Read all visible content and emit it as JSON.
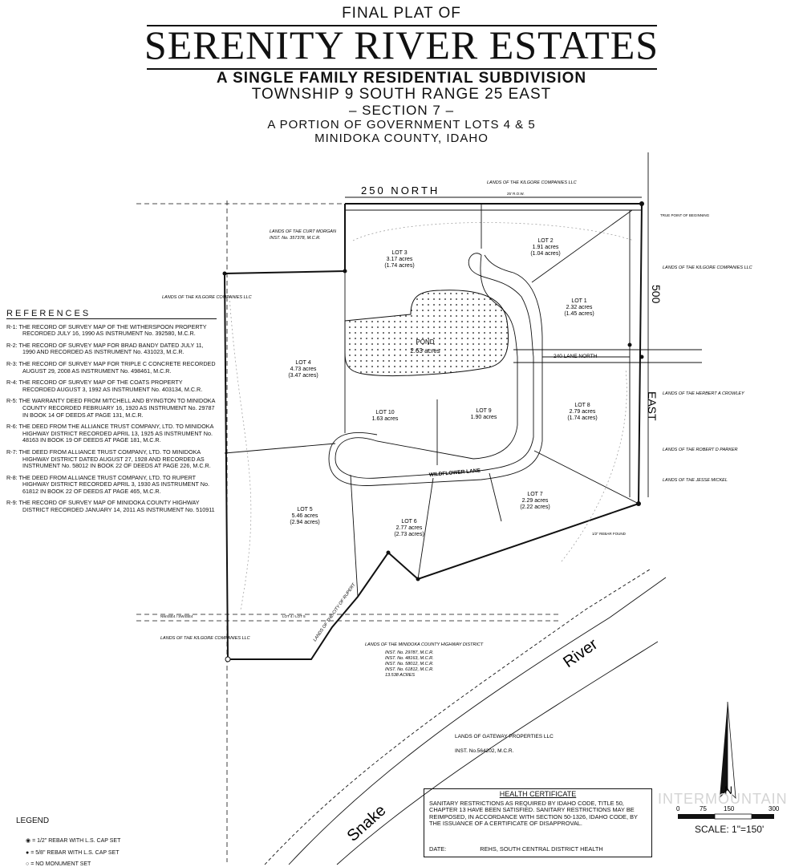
{
  "title": {
    "line1": "FINAL PLAT OF",
    "name": "SERENITY RIVER ESTATES",
    "subtitle": "A SINGLE FAMILY RESIDENTIAL SUBDIVISION",
    "township": "TOWNSHIP 9 SOUTH RANGE 25 EAST",
    "section": "– SECTION 7 –",
    "portion": "A PORTION OF GOVERNMENT LOTS 4 & 5",
    "county": "MINIDOKA COUNTY, IDAHO"
  },
  "roads": {
    "north": "250 NORTH",
    "east_a": "500",
    "east_b": "EAST",
    "lane": "240 LANE NORTH",
    "wildflower": "WILDFLOWER LANE"
  },
  "lots": [
    {
      "name": "LOT 1",
      "acres": "2.32 acres",
      "net": "(1.45 acres)"
    },
    {
      "name": "LOT 2",
      "acres": "1.91 acres",
      "net": "(1.04 acres)"
    },
    {
      "name": "LOT 3",
      "acres": "3.17 acres",
      "net": "(1.74 acres)"
    },
    {
      "name": "LOT 4",
      "acres": "4.73 acres",
      "net": "(3.47 acres)"
    },
    {
      "name": "LOT 5",
      "acres": "5.46 acres",
      "net": "(2.94 acres)"
    },
    {
      "name": "LOT 6",
      "acres": "2.77 acres",
      "net": "(2.73 acres)"
    },
    {
      "name": "LOT 7",
      "acres": "2.29 acres",
      "net": "(2.22 acres)"
    },
    {
      "name": "LOT 8",
      "acres": "2.79 acres",
      "net": "(1.74 acres)"
    },
    {
      "name": "LOT 9",
      "acres": "1.90 acres",
      "net": ""
    },
    {
      "name": "LOT 10",
      "acres": "1.63 acres",
      "net": ""
    }
  ],
  "pond": {
    "label": "POND",
    "acres": "2.63 acres"
  },
  "adjoiners": {
    "kilgore_top": "LANDS OF THE KILGORE COMPANIES LLC",
    "kilgore_right": "LANDS OF THE KILGORE COMPANIES LLC",
    "kilgore_left": "LANDS OF THE KILGORE COMPANIES LLC",
    "kilgore_bottom": "LANDS OF THE KILGORE COMPANIES LLC",
    "curt_morgan": "LANDS OF THE CURT MORGAN",
    "curt_inst": "INST. No. 357378, M.C.R.",
    "crowley": "LANDS OF THE HERBERT A CROWLEY",
    "parker": "LANDS OF THE ROBERT D PARKER",
    "mickel": "LANDS OF THE JESSE MICKEL",
    "rupert": "LANDS OF THE CITY OF RUPERT",
    "highway": "LANDS OF THE MINIDOKA COUNTY HIGHWAY DISTRICT",
    "highway_inst": [
      "INST. No. 29787, M.C.R.",
      "INST. No. 48163, M.C.R.",
      "INST. No. 58012, M.C.R.",
      "INST. No. 61812, M.C.R.",
      "13.538 ACRES"
    ],
    "gateway": "LANDS OF GATEWAY PROPERTIES LLC",
    "gateway_inst": "INST. No.564202, M.C.R."
  },
  "river": {
    "word1": "Snake",
    "word2": "River"
  },
  "references": {
    "title": "REFERENCES",
    "items": [
      "R-1: THE RECORD OF SURVEY MAP OF THE WITHERSPOON PROPERTY RECORDED JULY 16, 1990 AS INSTRUMENT No. 392580, M.C.R.",
      "R-2: THE RECORD OF SURVEY MAP FOR BRAD BANDY DATED JULY 11, 1990 AND RECORDED AS INSTRUMENT No. 431023, M.C.R.",
      "R-3: THE RECORD OF SURVEY MAP FOR TRIPLE C CONCRETE RECORDED AUGUST 29, 2008 AS INSTRUMENT No. 498461, M.C.R.",
      "R-4: THE RECORD OF SURVEY MAP OF THE COATS PROPERTY RECORDED AUGUST 3, 1992 AS INSTRUMENT No. 403134, M.C.R.",
      "R-5: THE WARRANTY DEED FROM MITCHELL AND BYINGTON TO MINIDOKA COUNTY RECORDED FEBRUARY 16, 1920 AS INSTRUMENT No. 29787 IN BOOK 14 OF DEEDS AT PAGE 131, M.C.R.",
      "R-6: THE DEED FROM THE ALLIANCE TRUST COMPANY, LTD. TO MINIDOKA HIGHWAY DISTRICT RECORDED APRIL 13, 1925 AS INSTRUMENT No. 48163 IN BOOK 19 OF DEEDS AT PAGE 181, M.C.R.",
      "R-7: THE DEED FROM ALLIANCE TRUST COMPANY, LTD. TO MINIDOKA HIGHWAY DISTRICT DATED AUGUST 27, 1928 AND RECORDED AS INSTRUMENT No. 58012 IN BOOK 22 OF DEEDS AT PAGE 226, M.C.R.",
      "R-8: THE DEED FROM ALLIANCE TRUST COMPANY, LTD. TO RUPERT HIGHWAY DISTRICT RECORDED APRIL 3, 1930 AS INSTRUMENT No. 61812 IN BOOK 22 OF DEEDS AT PAGE 465, M.C.R.",
      "R-9: THE RECORD OF SURVEY MAP OF MINIDOKA COUNTY HIGHWAY DISTRICT RECORDED JANUARY 14, 2011 AS INSTRUMENT No. 510911"
    ]
  },
  "health": {
    "title": "HEALTH CERTIFICATE",
    "body": "SANITARY RESTRICTIONS AS REQUIRED BY IDAHO CODE, TITLE 50, CHAPTER 13 HAVE BEEN SATISFIED. SANITARY RESTRICTIONS MAY BE REIMPOSED, IN ACCORDANCE WITH SECTION 50-1326, IDAHO CODE, BY THE ISSUANCE OF A CERTIFICATE OF DISAPPROVAL.",
    "date_label": "DATE:",
    "sign_label": "REHS, SOUTH CENTRAL DISTRICT HEALTH"
  },
  "legend": {
    "title": "LEGEND",
    "items": [
      "= 1/2\" REBAR WITH L.S. CAP SET",
      "= 5/8\" REBAR WITH L.S. CAP SET",
      "= NO MONUMENT SET"
    ]
  },
  "scale": {
    "ticks": [
      "0",
      "75",
      "150",
      "300"
    ],
    "label": "SCALE:  1\"=150'"
  },
  "north_label": "N",
  "watermark": "INTERMOUNTAIN",
  "corner_notes": {
    "true_pob": "TRUE POINT OF BEGINNING",
    "rebar_found": "1/2\" REBAR FOUND",
    "r_row": "25' R.O.W.",
    "gov_lots_top": "LOT 4 / LOT 5",
    "nw_sw": "NW4SE4 / SW4SE4"
  },
  "colors": {
    "ink": "#111111",
    "pond_fill": "#ffffff",
    "watermark": "#d4d4d4"
  }
}
